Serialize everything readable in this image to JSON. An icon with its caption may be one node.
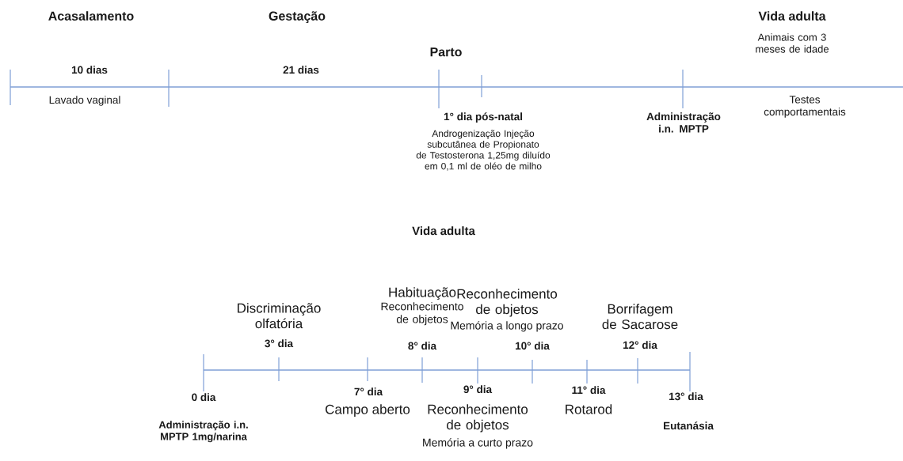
{
  "diagram": {
    "labels": [
      "Acasalamento",
      "Gestação",
      "Vida adulta",
      "Animais com 3 meses de idade",
      "Parto",
      "10 dias",
      "21 dias",
      "Lavado vaginal",
      "Testes comportamentais",
      "1° dia pós-natal",
      "Androgenização Injeção subcutânea de Propionato de Testosterona 1,25mg diluído em 0,1 ml de oléo de milho",
      "Administração i.n. MPTP",
      "Vida adulta",
      "Habituação",
      "Reconhecimento de objetos",
      "Reconhecimento de objetos",
      "Discriminação olfatória",
      "Borrifagem de Sacarose",
      "Memória a longo prazo",
      "3° dia",
      "8° dia",
      "10° dia",
      "12° dia",
      "0 dia",
      "7° dia",
      "9° dia",
      "11° dia",
      "13° dia",
      "Campo aberto",
      "Reconhecimento de objetos",
      "Rotarod",
      "Administração i.n. MPTP 1mg/narina",
      "Eutanásia",
      "Memória a curto prazo"
    ]
  }
}
